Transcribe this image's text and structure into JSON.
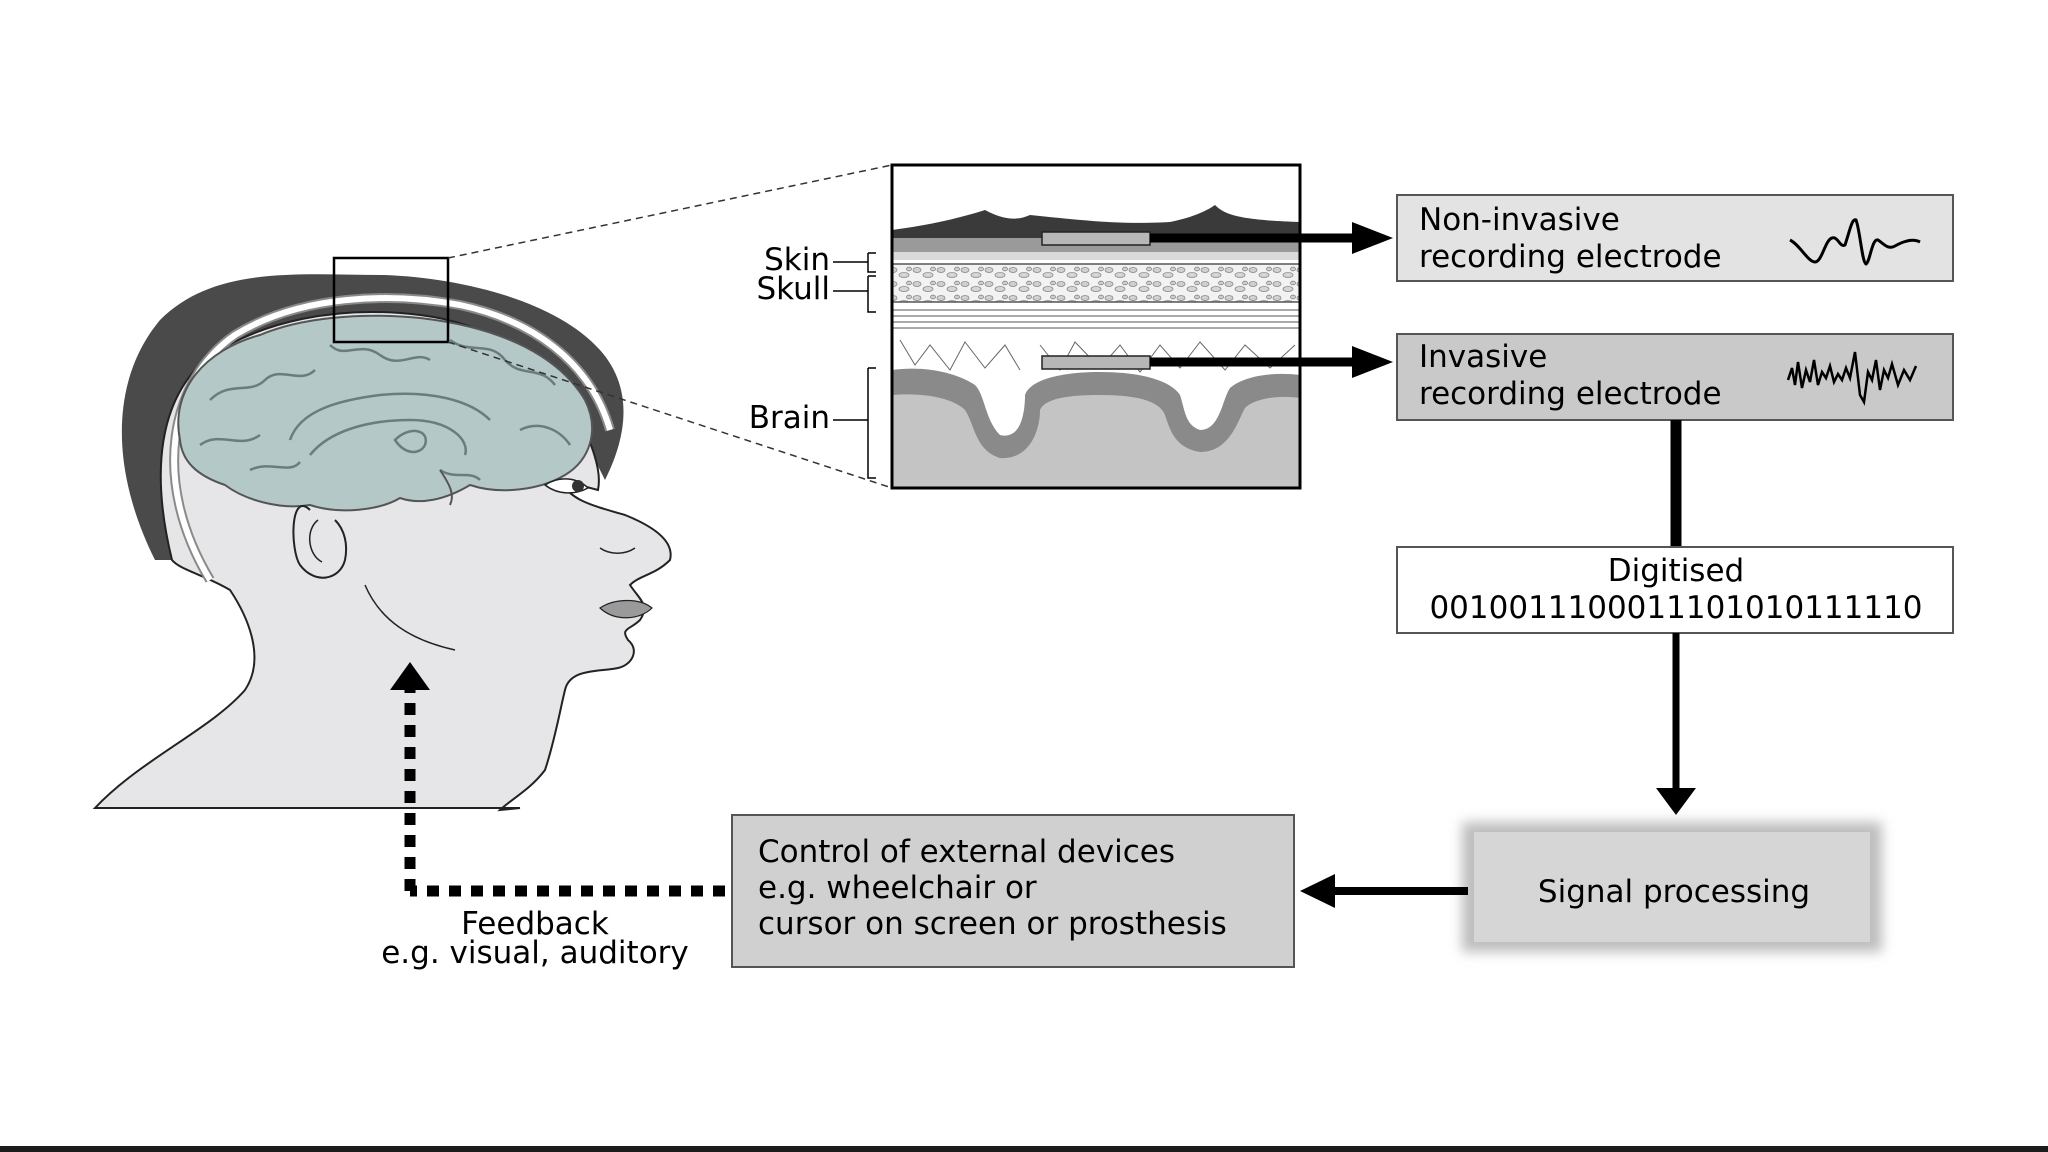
{
  "layer_labels": {
    "skin": "Skin",
    "skull": "Skull",
    "brain": "Brain"
  },
  "boxes": {
    "non_invasive": {
      "line1": "Non-invasive",
      "line2": "recording electrode"
    },
    "invasive": {
      "line1": "Invasive",
      "line2": "recording electrode"
    },
    "digitised": {
      "line1": "Digitised",
      "line2": "0010011100011101010111110"
    },
    "signal_processing": {
      "line1": "Signal processing"
    },
    "control": {
      "line1": "Control of external devices",
      "line2": "e.g. wheelchair or",
      "line3": "cursor on screen or prosthesis"
    }
  },
  "feedback": {
    "line1": "Feedback",
    "line2": "e.g. visual, auditory"
  },
  "colors": {
    "box_fill": "#e3e3e3",
    "box_dark_fill": "#c9c9c9",
    "brain_fill": "#b4c8c7",
    "skin_fill": "#e6e6e8",
    "hair_fill": "#4a4a4a",
    "stroke": "#000000"
  }
}
